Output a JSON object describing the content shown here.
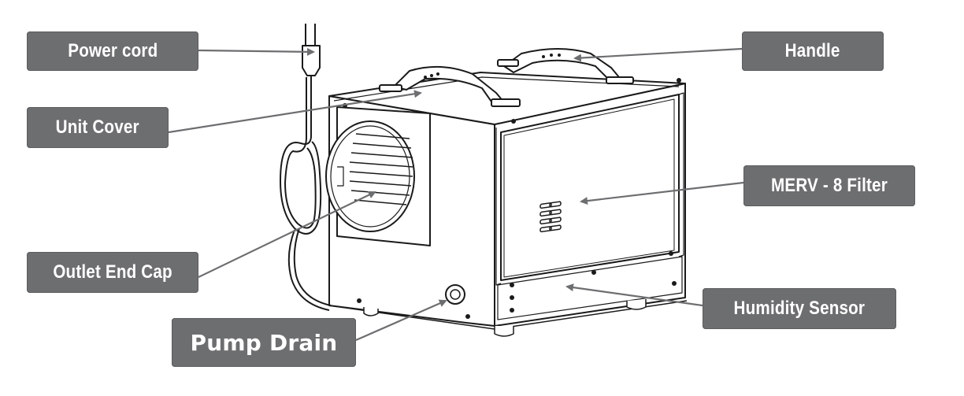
{
  "labels": {
    "power_cord": "Power cord",
    "handle": "Handle",
    "unit_cover": "Unit Cover",
    "merv_filter": "MERV - 8 Filter",
    "outlet_end_cap": "Outlet End Cap",
    "humidity_sensor": "Humidity Sensor",
    "pump_drain": "Pump Drain"
  },
  "colors": {
    "callout_fill": "#6d6e70",
    "callout_text": "#ffffff",
    "line_art": "#1a1a1a",
    "leader_line": "#6d6e70"
  }
}
